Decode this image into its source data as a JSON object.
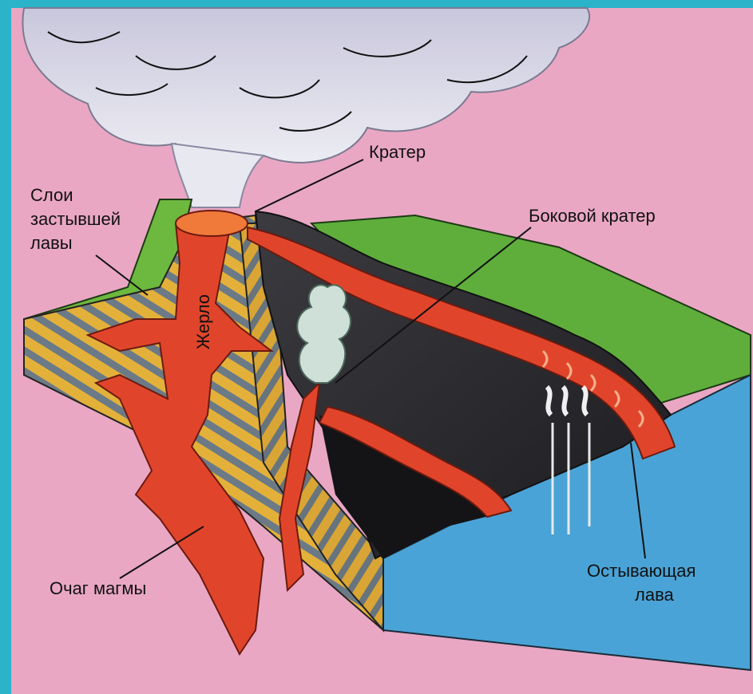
{
  "labels": {
    "crater": "Кратер",
    "solidified_lava_line1": "Слои",
    "solidified_lava_line2": "застывшей",
    "solidified_lava_line3": "лавы",
    "side_crater": "Боковой кратер",
    "vent": "Жерло",
    "magma_chamber": "Очаг магмы",
    "cooling_lava_line1": "Остывающая",
    "cooling_lava_line2": "лава"
  },
  "colors": {
    "frame": "#2bb3c9",
    "background": "#e7a3c1",
    "magma": "#e0452b",
    "lava_glow": "#f07a3a",
    "layers_yellow": "#e3b13a",
    "layers_gray": "#6b7a86",
    "rock_dark": "#2a2a2e",
    "grass": "#5fae3c",
    "water": "#4aa3d6",
    "smoke": "#d8d8e6"
  }
}
